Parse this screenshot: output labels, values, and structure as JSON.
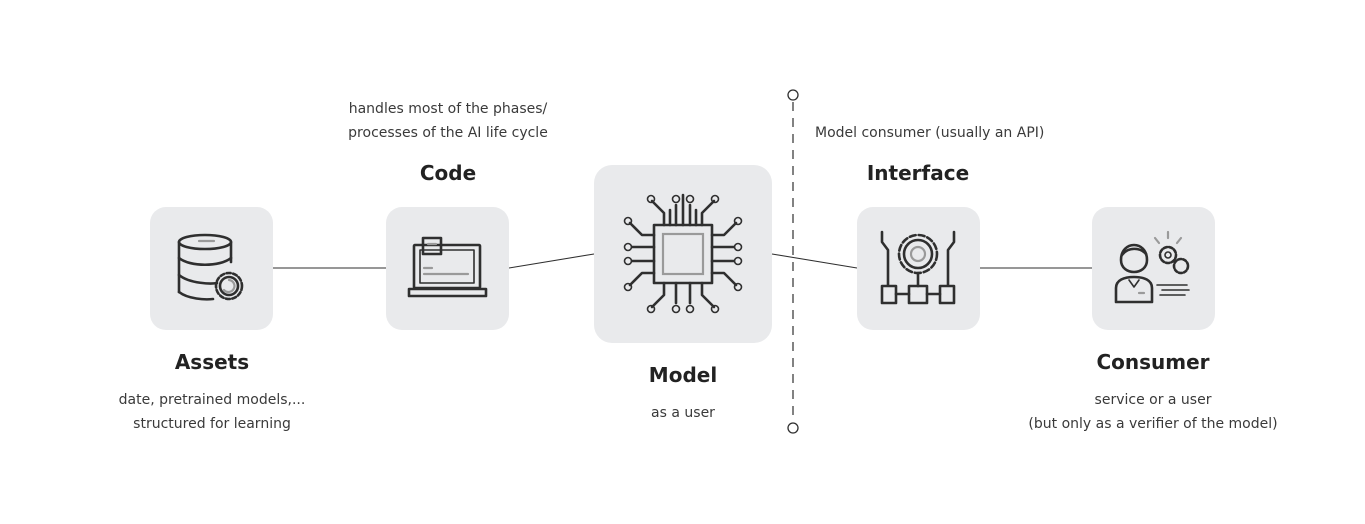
{
  "nodes": {
    "assets": {
      "title": "Assets",
      "desc_line1": "date, pretrained models,...",
      "desc_line2": "structured for learning"
    },
    "code": {
      "title": "Code",
      "desc_line1": "handles most of the phases/",
      "desc_line2": "processes of the AI life cycle"
    },
    "model": {
      "title": "Model",
      "desc_line1": "as a user"
    },
    "interface": {
      "title": "Interface",
      "desc_line1": "Model consumer (usually an API)"
    },
    "consumer": {
      "title": "Consumer",
      "desc_line1": "service or a user",
      "desc_line2": "(but only as a verifier of the model)"
    }
  },
  "icons": {
    "assets": "database-gear-icon",
    "code": "laptop-icon",
    "model": "chip-icon",
    "interface": "gear-circuit-icon",
    "consumer": "person-gears-icon"
  },
  "colors": {
    "box_fill": "#e9eaec",
    "stroke": "#2f2f2f",
    "text": "#2f2f2f"
  }
}
